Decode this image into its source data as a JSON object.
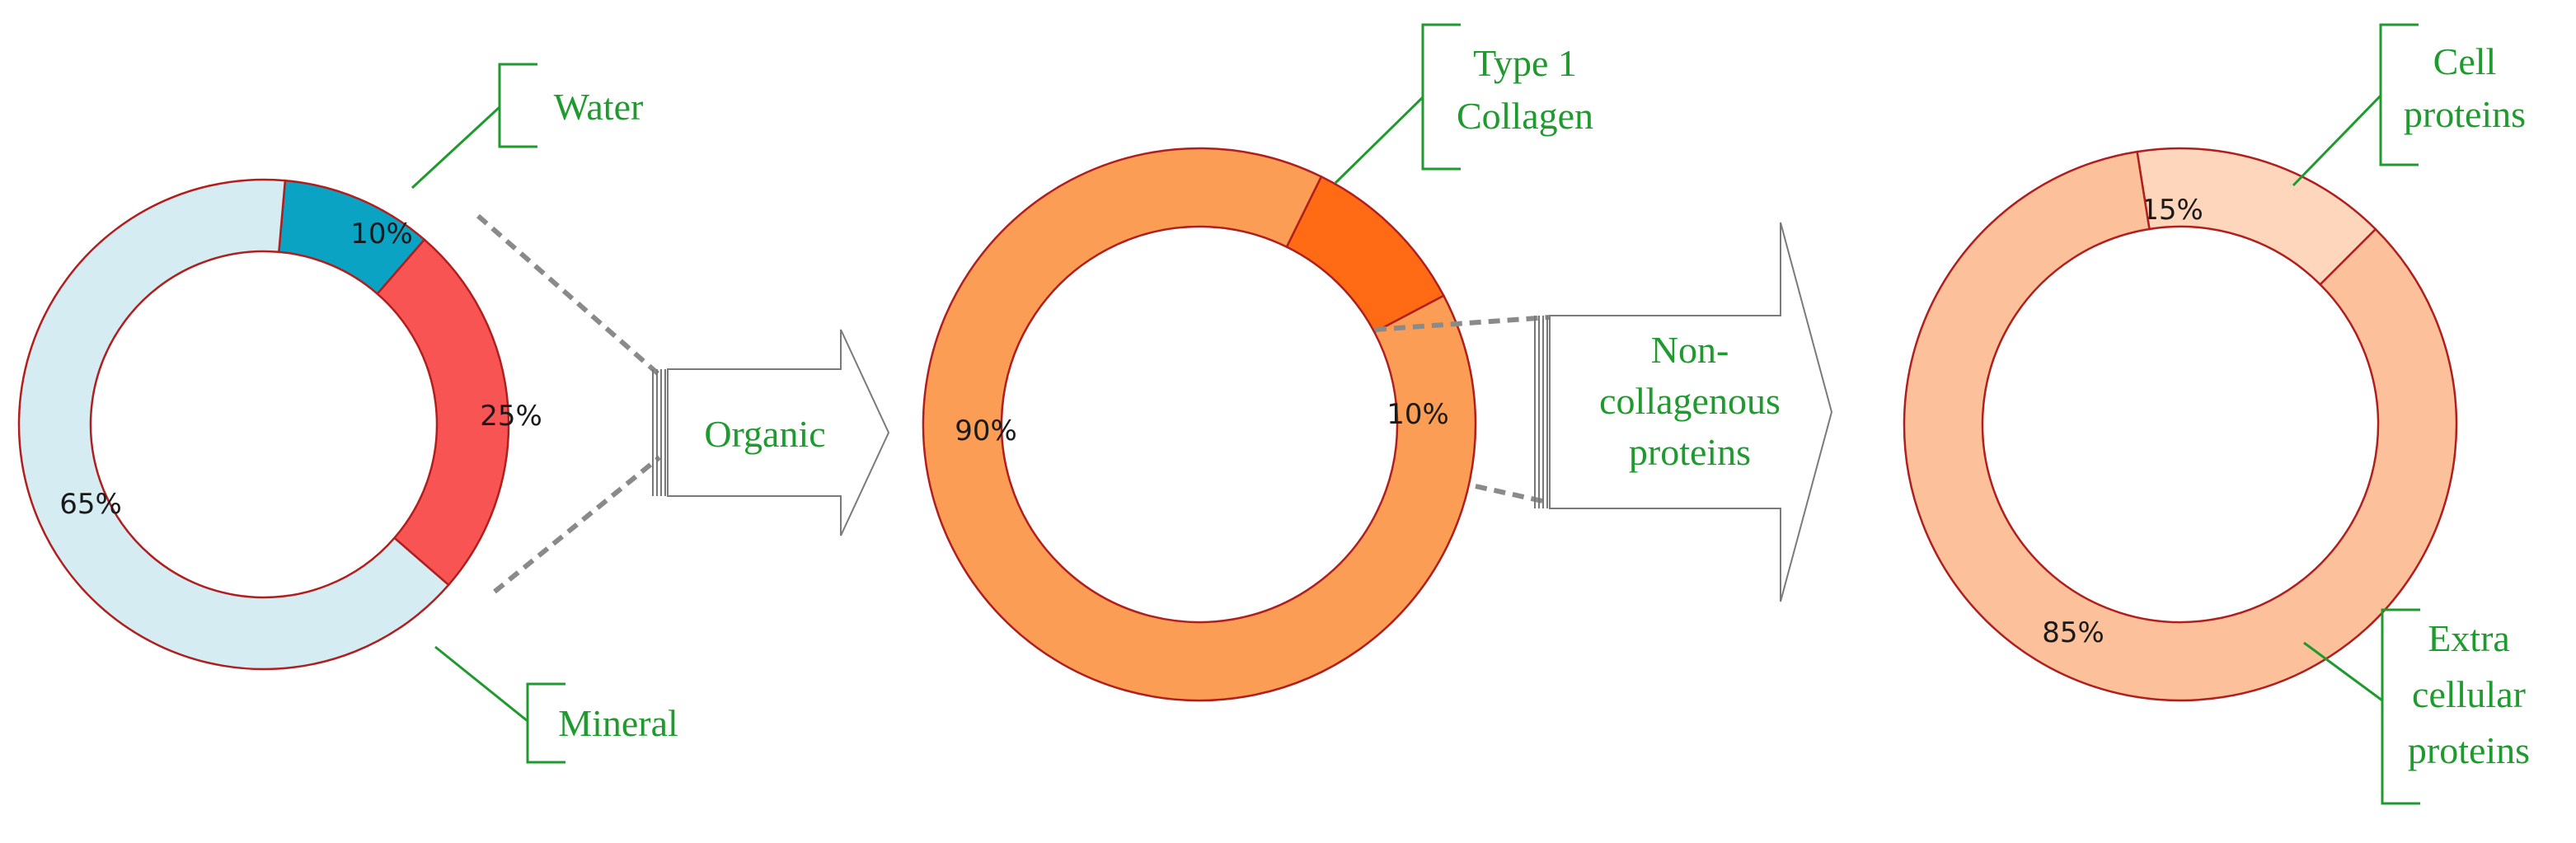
{
  "chart_data": [
    {
      "type": "pie",
      "segments": [
        {
          "label": "Water",
          "value": 10,
          "value_label": "10%",
          "color": "#0aa3c4"
        },
        {
          "label": "Organic",
          "value": 25,
          "value_label": "25%",
          "color": "#f95454"
        },
        {
          "label": "Mineral",
          "value": 65,
          "value_label": "65%",
          "color": "#d6ecf3"
        }
      ]
    },
    {
      "type": "pie",
      "segments": [
        {
          "label": "Type 1 Collagen",
          "value": 90,
          "value_label": "90%",
          "color": "#fb9d55"
        },
        {
          "label": "Non-collagenous proteins",
          "value": 10,
          "value_label": "10%",
          "color": "#ff6a14"
        }
      ]
    },
    {
      "type": "pie",
      "segments": [
        {
          "label": "Cell proteins",
          "value": 15,
          "value_label": "15%",
          "color": "#fdd6bb"
        },
        {
          "label": "Extra cellular proteins",
          "value": 85,
          "value_label": "85%",
          "color": "#fcc19a"
        }
      ]
    }
  ],
  "callouts": {
    "water": [
      "Water"
    ],
    "mineral": [
      "Mineral"
    ],
    "collagen": [
      "Type 1",
      "Collagen"
    ],
    "cell": [
      "Cell",
      "proteins"
    ],
    "extra": [
      "Extra",
      "cellular",
      "proteins"
    ]
  },
  "arrows": {
    "organic": [
      "Organic"
    ],
    "noncollagenous": [
      "Non-",
      "collagenous",
      "proteins"
    ]
  },
  "colors": {
    "outline": "#b01e1e",
    "label_green": "#1f9a2e",
    "connector_gray": "#8a8a8a"
  }
}
